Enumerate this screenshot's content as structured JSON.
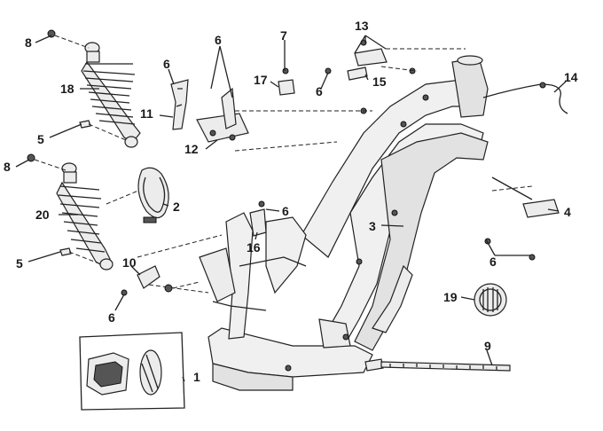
{
  "callouts": {
    "c1": "1",
    "c2": "2",
    "c3": "3",
    "c4": "4",
    "c5a": "5",
    "c5b": "5",
    "c6a": "6",
    "c6b": "6",
    "c6c": "6",
    "c6d": "6",
    "c6e": "6",
    "c6f": "6",
    "c7": "7",
    "c8a": "8",
    "c8b": "8",
    "c9": "9",
    "c10": "10",
    "c11": "11",
    "c12": "12",
    "c13": "13",
    "c14": "14",
    "c15": "15",
    "c16": "16",
    "c17": "17",
    "c18": "18",
    "c19": "19",
    "c20": "20"
  }
}
